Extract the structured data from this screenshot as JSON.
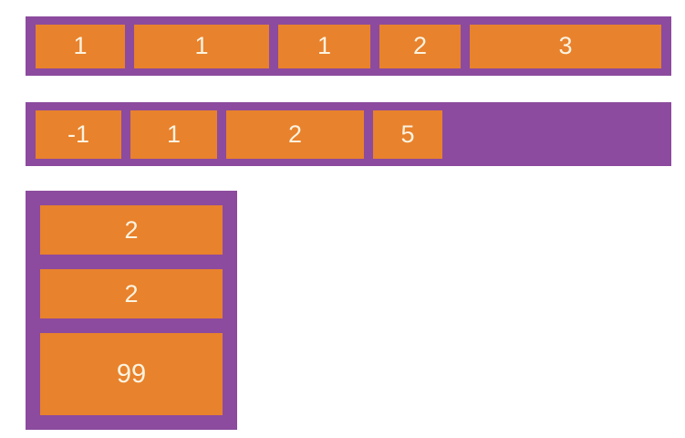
{
  "page": {
    "background": "#ffffff",
    "description": "Flexbox layout demo with three purple flex containers holding orange numbered items"
  },
  "colors": {
    "container": "#8c4b9e",
    "item": "#e8822c",
    "label": "#fcf3e0",
    "background": "#ffffff"
  },
  "containers": [
    {
      "name": "flex-row-a",
      "orientation": "row",
      "items": [
        "1",
        "1",
        "1",
        "2",
        "3"
      ]
    },
    {
      "name": "flex-row-b",
      "orientation": "row",
      "items": [
        "-1",
        "1",
        "2",
        "5"
      ]
    },
    {
      "name": "flex-column-c",
      "orientation": "column",
      "items": [
        "2",
        "2",
        "99"
      ]
    }
  ]
}
